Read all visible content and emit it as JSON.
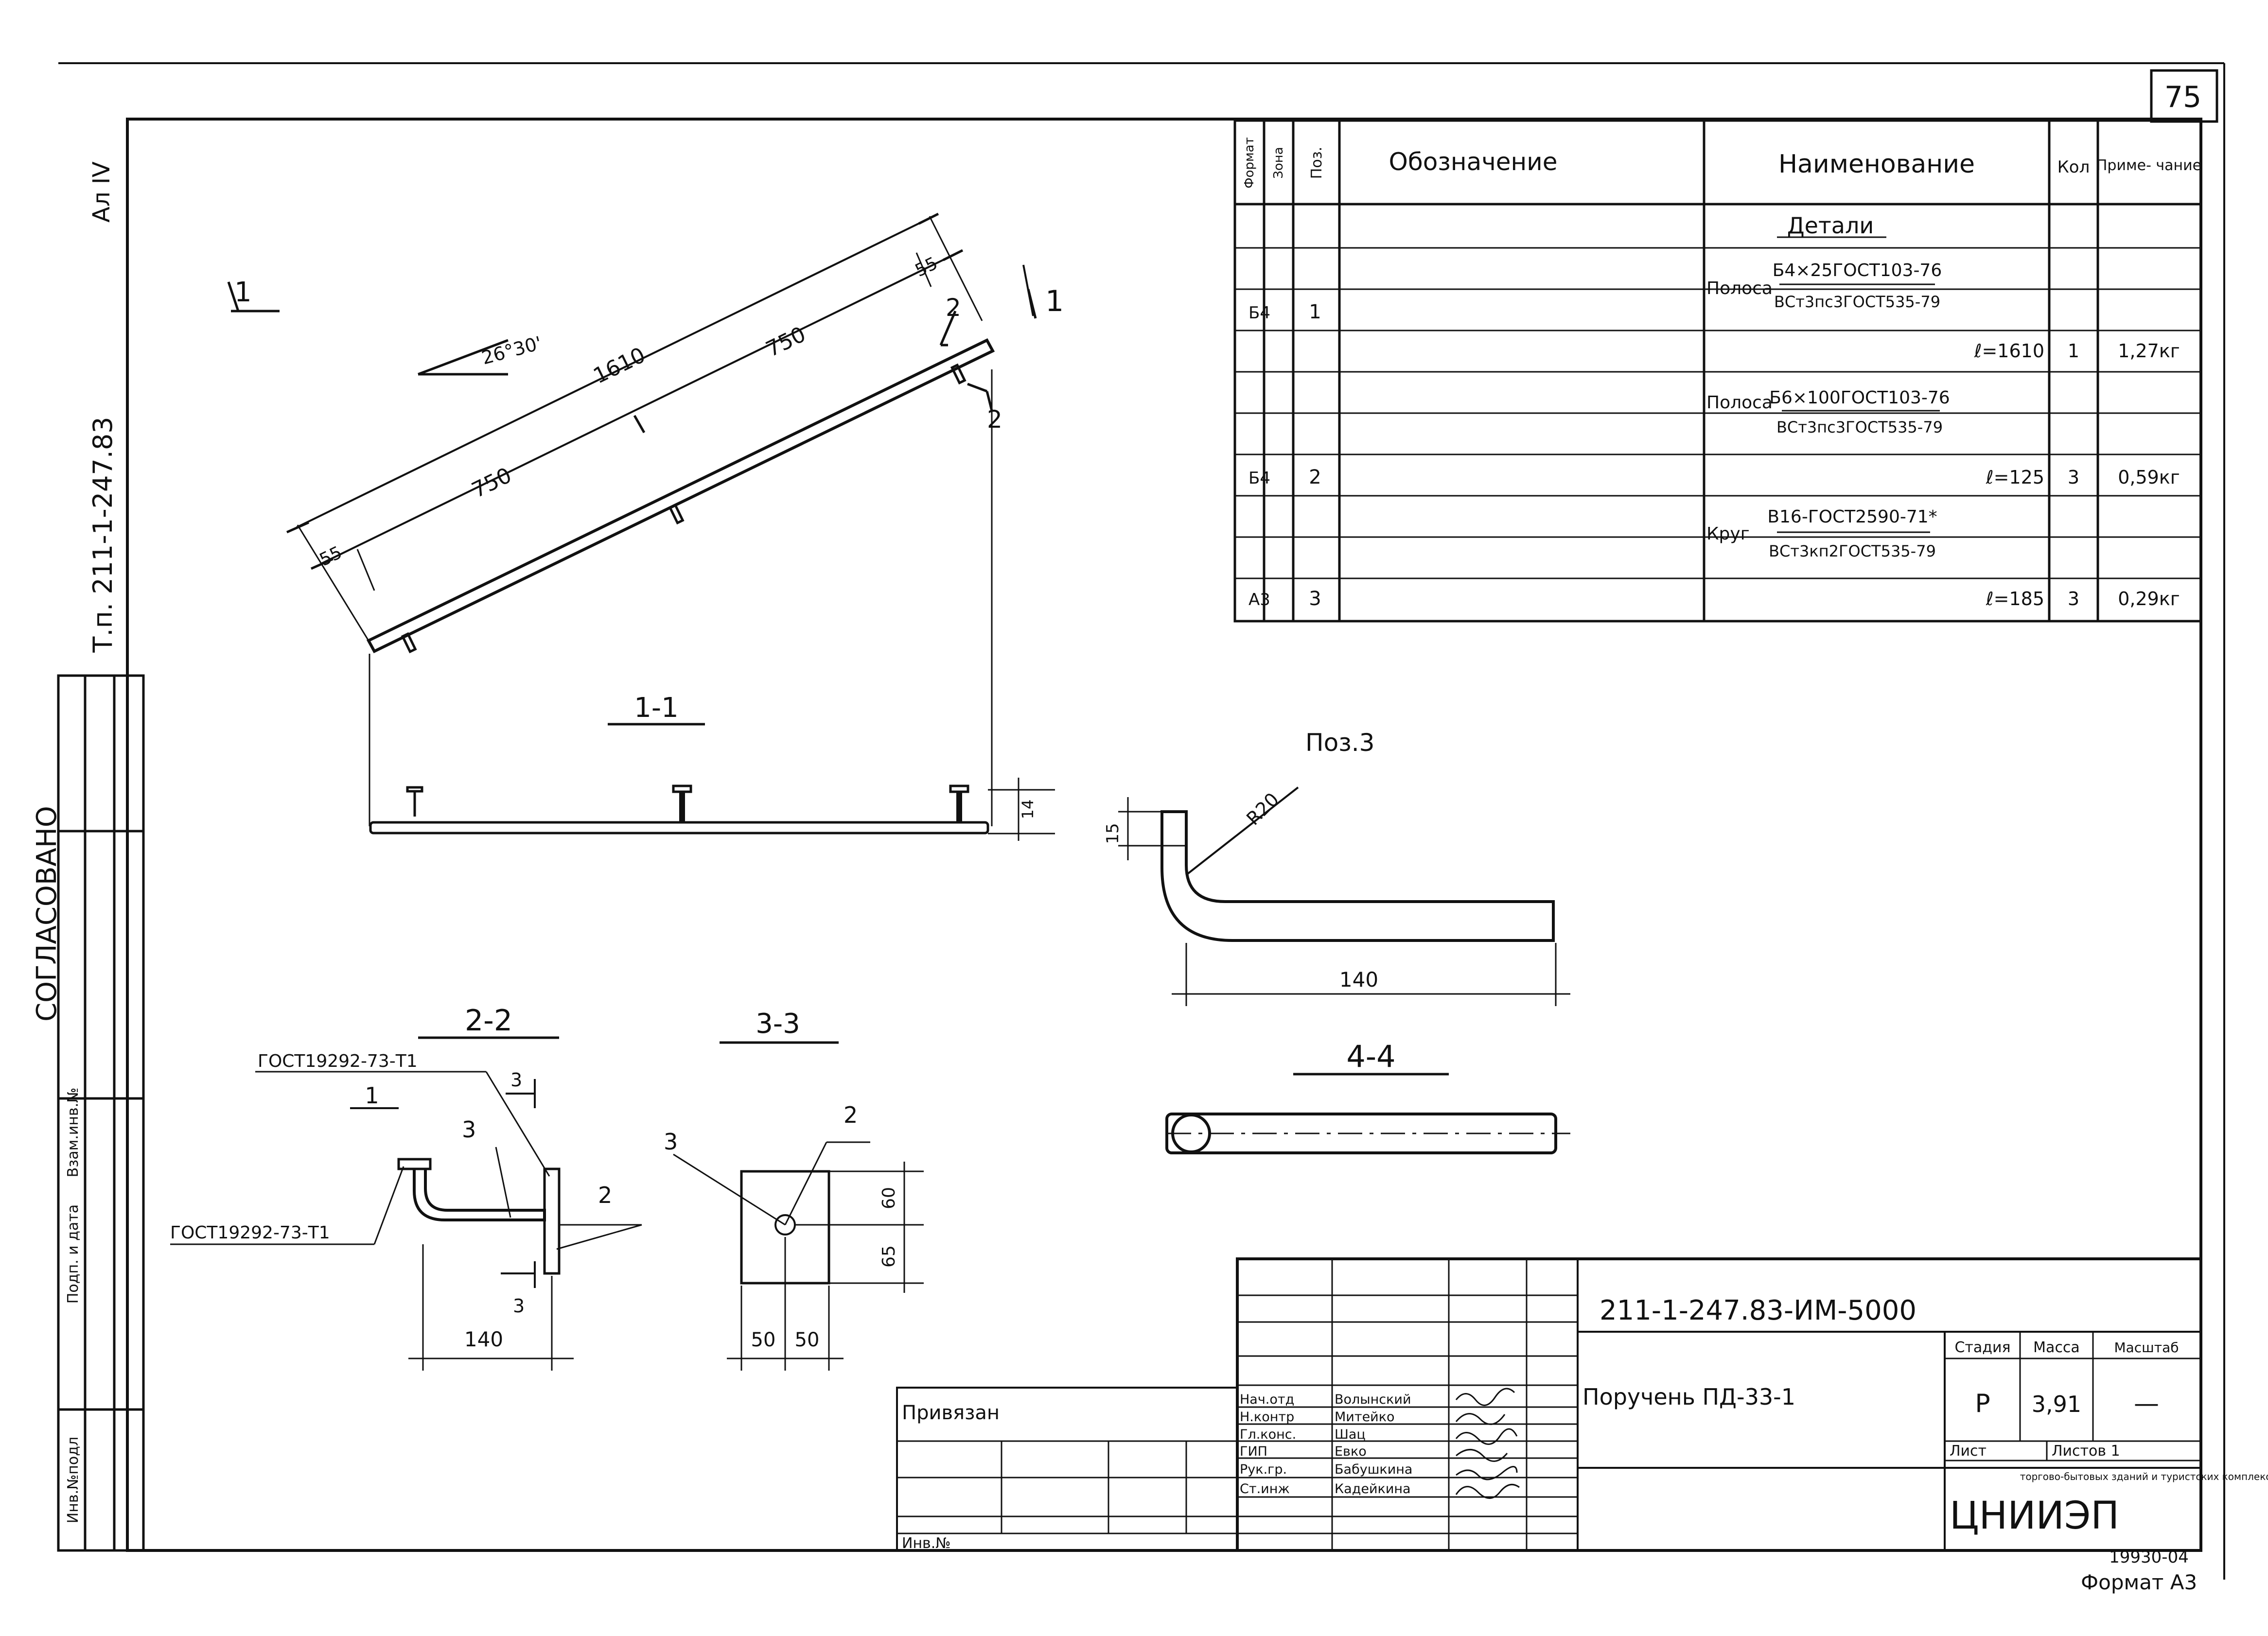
{
  "sheet_number": "75",
  "corner_mark": "Ал IV",
  "side_doc_code": "Т.п. 211-1-247.83",
  "side_agreed": "СОГЛАСОВАНО",
  "side_labels": [
    "Инв.№подл",
    "Подп. и дата",
    "Взам.инв.№"
  ],
  "spec": {
    "headers": {
      "format": "Формат",
      "zone": "Зона",
      "pos": "Поз.",
      "designation": "Обозначение",
      "name": "Наименование",
      "qty": "Кол",
      "note": "Приме-\nчание"
    },
    "section_title": "Детали",
    "items": [
      {
        "format": "Б4",
        "pos": "1",
        "name": "Полоса",
        "spec_top": "Б4×25ГОСТ103-76",
        "spec_bottom": "ВСт3пс3ГОСТ535-79",
        "length": "ℓ=1610",
        "qty": "1",
        "note": "1,27кг"
      },
      {
        "format": "Б4",
        "pos": "2",
        "name": "Полоса",
        "spec_top": "Б6×100ГОСТ103-76",
        "spec_bottom": "ВСт3пс3ГОСТ535-79",
        "length": "ℓ=125",
        "qty": "3",
        "note": "0,59кг"
      },
      {
        "format": "А3",
        "pos": "3",
        "name": "Круг",
        "spec_top": "В16-ГОСТ2590-71*",
        "spec_bottom": "ВСт3кп2ГОСТ535-79",
        "length": "ℓ=185",
        "qty": "3",
        "note": "0,29кг"
      }
    ]
  },
  "views": {
    "view1_marker": "1",
    "view1_marker_right": "1",
    "angle": "26°30'",
    "dim_total": "1610",
    "dim_750a": "750",
    "dim_750b": "750",
    "dim_55a": "55",
    "dim_55b": "55",
    "sec2_marker": "2",
    "sec2_marker_b": "2",
    "title_1_1": "1-1",
    "dim_14": "14",
    "pos3_title": "Поз.3",
    "dim_15": "15",
    "dim_R20": "R20",
    "dim_140_pos3": "140",
    "title_4_4": "4-4",
    "title_2_2": "2-2",
    "gost_top": "ГОСТ19292-73-Т1",
    "gost_bottom": "ГОСТ19292-73-Т1",
    "ref_1": "1",
    "ref_3": "3",
    "ref_2": "2",
    "cut3_top": "3",
    "cut3_bottom": "3",
    "dim_140_sec2": "140",
    "title_3_3": "3-3",
    "ref_3b": "3",
    "ref_2b": "2",
    "dim_60": "60",
    "dim_65": "65",
    "dim_50a": "50",
    "dim_50b": "50"
  },
  "title_block": {
    "doc_code": "211-1-247.83-ИМ-5000",
    "title": "Поручень ПД-33-1",
    "stage_label": "Стадия",
    "mass_label": "Масса",
    "scale_label": "Масштаб",
    "stage": "Р",
    "mass": "3,91",
    "scale": "—",
    "sheet_label": "Лист",
    "sheets_label": "Листов 1",
    "org": "ЦНИИЭП",
    "org_note": "торгово-бытовых зданий и туристских комплексов",
    "order_no": "19930-04",
    "format_label": "Формат А3",
    "attached": "Привязан",
    "inv_no": "Инв.№",
    "staff": [
      {
        "role": "Нач.отд",
        "name": "Волынский"
      },
      {
        "role": "Н.контр",
        "name": "Митейко"
      },
      {
        "role": "Гл.конс.",
        "name": "Шац"
      },
      {
        "role": "ГИП",
        "name": "Евко"
      },
      {
        "role": "Рук.гр.",
        "name": "Бабушкина"
      },
      {
        "role": "Ст.инж",
        "name": "Кадейкина"
      }
    ]
  }
}
